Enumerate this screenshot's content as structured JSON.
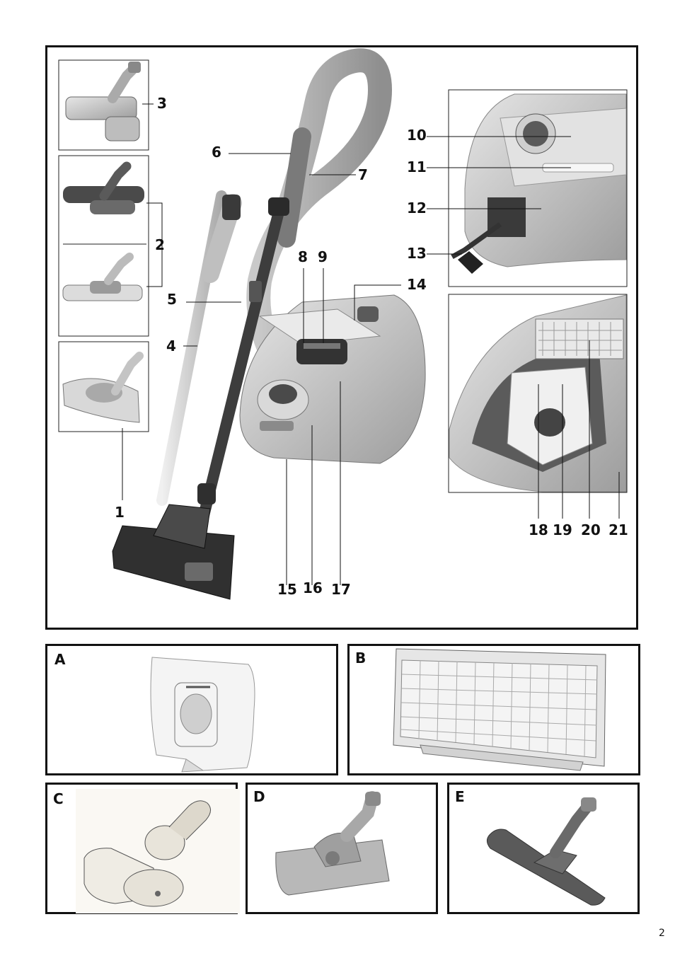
{
  "main_figure": {
    "callouts": [
      "1",
      "2",
      "3",
      "4",
      "5",
      "6",
      "7",
      "8",
      "9",
      "10",
      "11",
      "12",
      "13",
      "14",
      "15",
      "16",
      "17",
      "18",
      "19",
      "20",
      "21"
    ]
  },
  "panels": {
    "a": {
      "letter": "A"
    },
    "b": {
      "letter": "B"
    },
    "c": {
      "letter": "C"
    },
    "d": {
      "letter": "D"
    },
    "e": {
      "letter": "E"
    }
  },
  "page_number": "2",
  "colors": {
    "ink": "#111111",
    "part_light": "#cfcfcf",
    "part_mid": "#9a9a9a",
    "part_dark": "#3a3a3a"
  }
}
